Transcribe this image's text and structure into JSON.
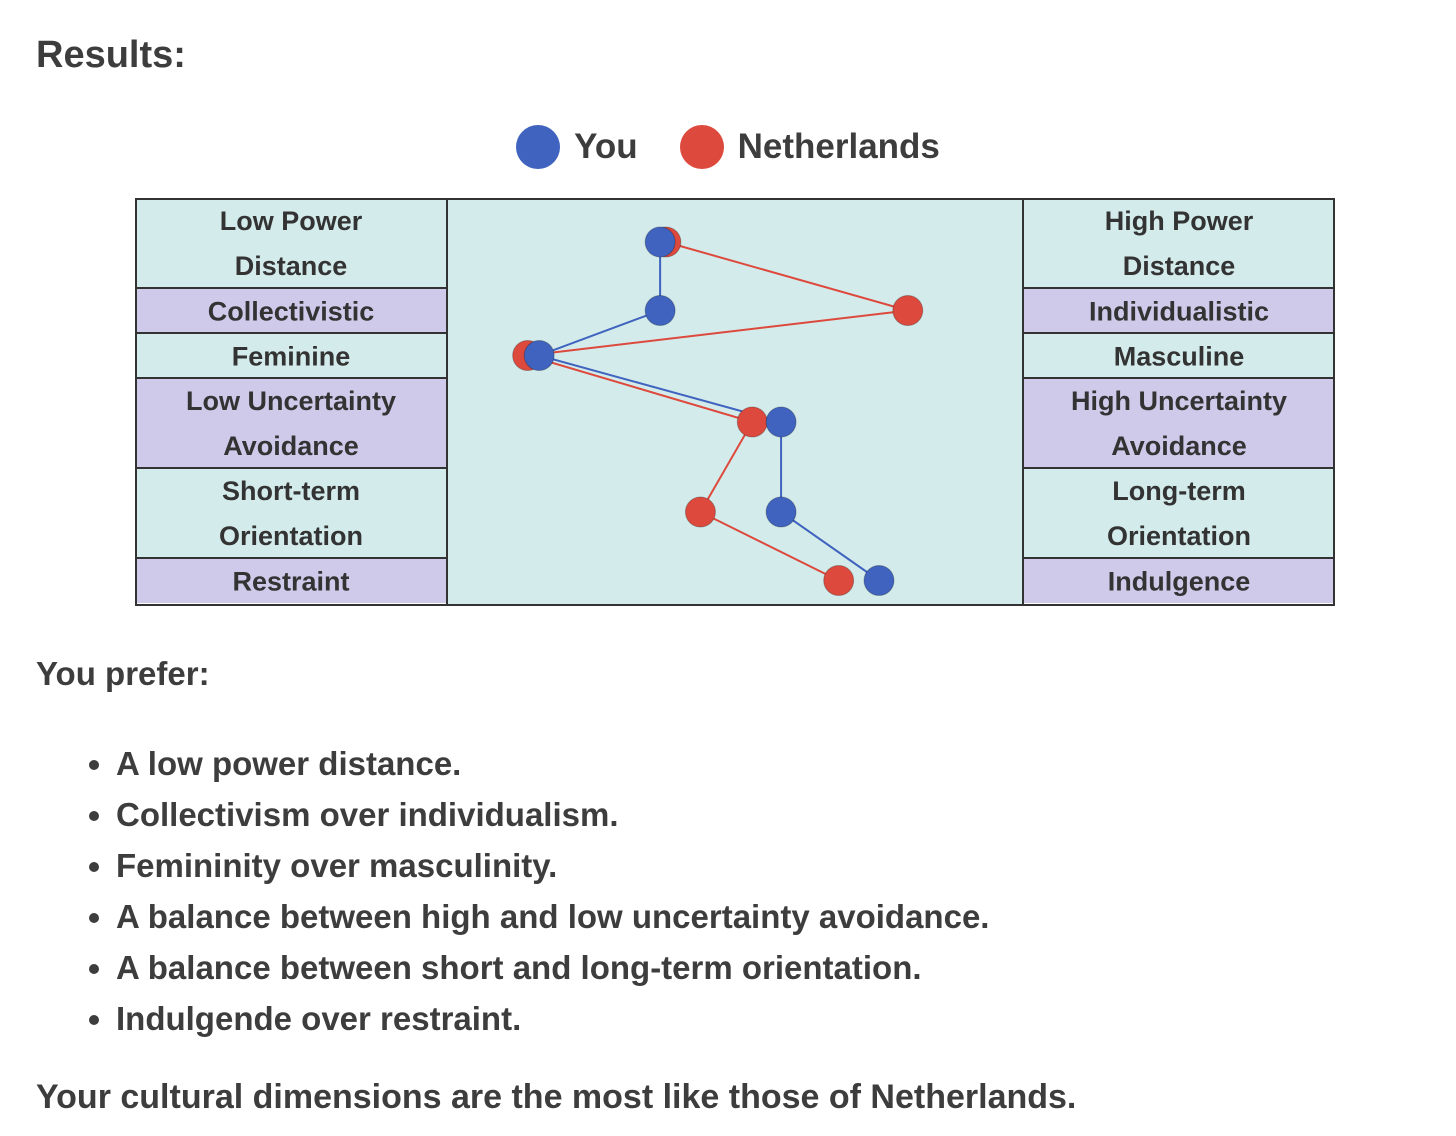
{
  "results_heading": "Results:",
  "legend": [
    {
      "label": "You",
      "color": "#3f63bf"
    },
    {
      "label": "Netherlands",
      "color": "#dd4a3d"
    }
  ],
  "colors": {
    "panel_teal": "#d3ebeb",
    "panel_lavender": "#cfc9ea",
    "border": "#333333",
    "you": "#3f63bf",
    "netherlands": "#dd4a3d"
  },
  "chart_data": {
    "type": "line",
    "title": "",
    "scale": [
      0,
      100
    ],
    "dimensions": [
      {
        "low": "Low Power Distance",
        "high": "High Power Distance"
      },
      {
        "low": "Collectivistic",
        "high": "Individualistic"
      },
      {
        "low": "Feminine",
        "high": "Masculine"
      },
      {
        "low": "Low Uncertainty Avoidance",
        "high": "High Uncertainty Avoidance"
      },
      {
        "low": "Short-term Orientation",
        "high": "Long-term Orientation"
      },
      {
        "low": "Restraint",
        "high": "Indulgence"
      }
    ],
    "series": [
      {
        "name": "You",
        "values": [
          37,
          37,
          16,
          58,
          58,
          75
        ]
      },
      {
        "name": "Netherlands",
        "values": [
          38,
          80,
          14,
          53,
          44,
          68
        ]
      }
    ]
  },
  "prefer_heading": "You prefer:",
  "preferences": [
    "A low power distance.",
    "Collectivism over individualism.",
    "Femininity over masculinity.",
    "A balance between high and low uncertainty avoidance.",
    "A balance between short and long-term orientation.",
    "Indulgende over restraint."
  ],
  "conclusion": "Your cultural dimensions are the most like those of Netherlands."
}
